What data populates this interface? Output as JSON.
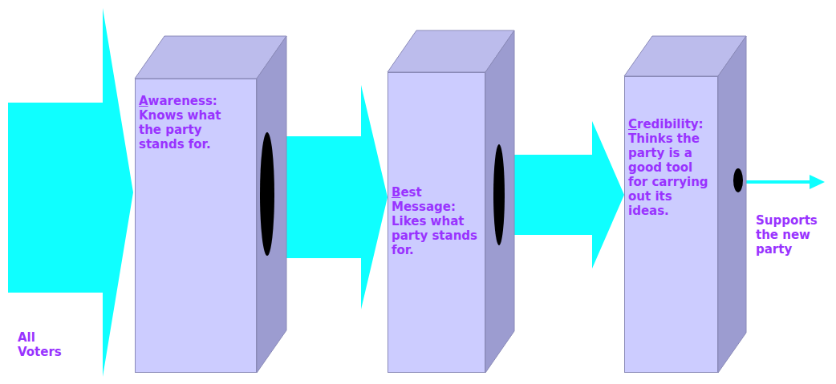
{
  "diagram": {
    "nodes": [
      {
        "text": [
          "Awareness: Knows what the party stands for."
        ]
      },
      {
        "text": [
          "Best Message: Likes what party stands for."
        ]
      },
      {
        "text": [
          "Credibility: Thinks the party is a good tool for carrying out its ideas."
        ]
      }
    ],
    "edges": [
      {
        "from": 0,
        "to": 1,
        "arrow": "to"
      },
      {
        "from": 1,
        "to": 2,
        "arrow": "to"
      }
    ],
    "labels": [
      "All Voters",
      "Supports the new party"
    ]
  }
}
